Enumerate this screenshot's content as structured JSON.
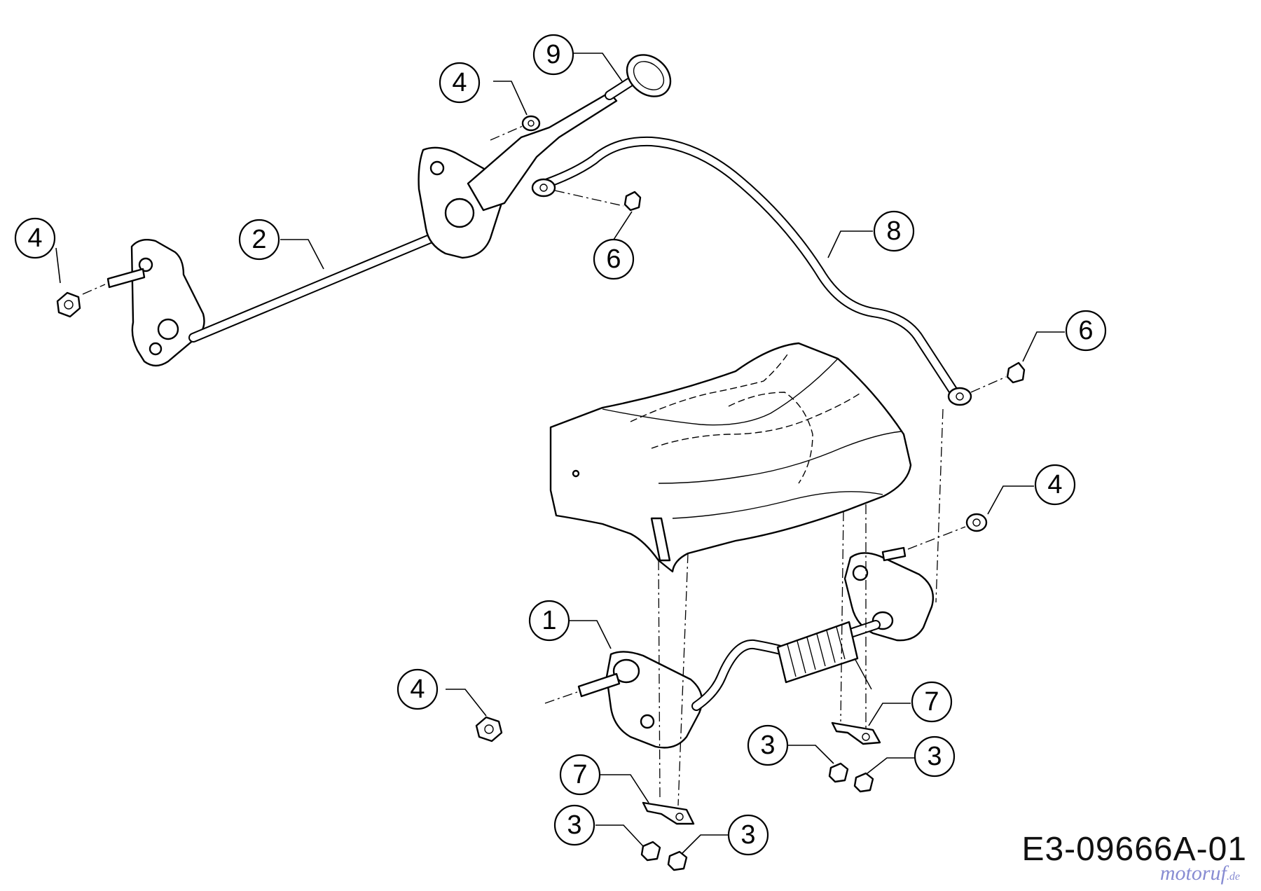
{
  "drawing_code": "E3-09666A-01",
  "watermark": "motoruf",
  "watermark_suffix": ".de",
  "callouts": [
    {
      "id": "c9",
      "label": "9",
      "name": "callout-9"
    },
    {
      "id": "c4a",
      "label": "4",
      "name": "callout-4-top"
    },
    {
      "id": "c4b",
      "label": "4",
      "name": "callout-4-left"
    },
    {
      "id": "c2",
      "label": "2",
      "name": "callout-2"
    },
    {
      "id": "c6a",
      "label": "6",
      "name": "callout-6-top"
    },
    {
      "id": "c8",
      "label": "8",
      "name": "callout-8"
    },
    {
      "id": "c6b",
      "label": "6",
      "name": "callout-6-right"
    },
    {
      "id": "c4c",
      "label": "4",
      "name": "callout-4-right"
    },
    {
      "id": "c1",
      "label": "1",
      "name": "callout-1"
    },
    {
      "id": "c4d",
      "label": "4",
      "name": "callout-4-bottom-left"
    },
    {
      "id": "c7a",
      "label": "7",
      "name": "callout-7-right"
    },
    {
      "id": "c3a",
      "label": "3",
      "name": "callout-3-mid-left"
    },
    {
      "id": "c3b",
      "label": "3",
      "name": "callout-3-mid-right"
    },
    {
      "id": "c7b",
      "label": "7",
      "name": "callout-7-left"
    },
    {
      "id": "c3c",
      "label": "3",
      "name": "callout-3-bottom-left"
    },
    {
      "id": "c3d",
      "label": "3",
      "name": "callout-3-bottom-right"
    }
  ]
}
